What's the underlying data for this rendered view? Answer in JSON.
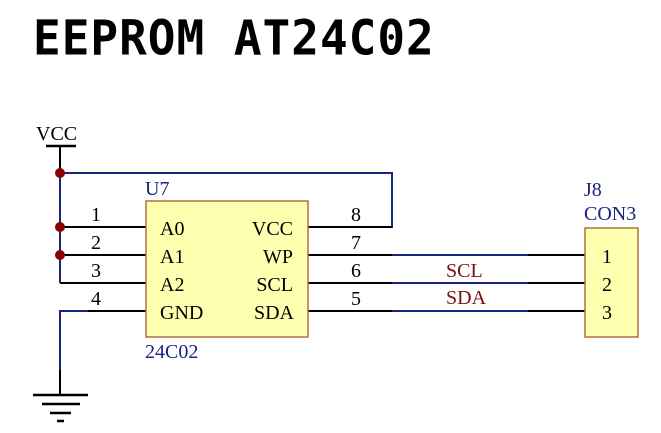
{
  "title": "EEPROM AT24C02",
  "colors": {
    "wire": "#1a237e",
    "pin_line": "#000000",
    "junction": "#8b0000",
    "body_fill": "#ffffb0",
    "body_stroke": "#b07040",
    "designator": "#1a237e",
    "net_label": "#7a1010",
    "text": "#000000"
  },
  "power": {
    "vcc_label": "VCC"
  },
  "u7": {
    "designator": "U7",
    "part": "24C02",
    "left_pins": [
      {
        "num": "1",
        "name": "A0"
      },
      {
        "num": "2",
        "name": "A1"
      },
      {
        "num": "3",
        "name": "A2"
      },
      {
        "num": "4",
        "name": "GND"
      }
    ],
    "right_pins": [
      {
        "num": "8",
        "name": "VCC"
      },
      {
        "num": "7",
        "name": "WP"
      },
      {
        "num": "6",
        "name": "SCL"
      },
      {
        "num": "5",
        "name": "SDA"
      }
    ]
  },
  "j8": {
    "designator": "J8",
    "part": "CON3",
    "pins": [
      "1",
      "2",
      "3"
    ]
  },
  "nets": {
    "scl": "SCL",
    "sda": "SDA"
  }
}
